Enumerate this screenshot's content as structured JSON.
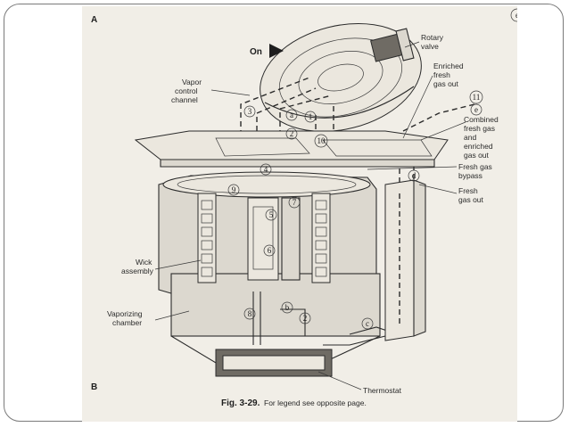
{
  "figure": {
    "panel_letter_top": "A",
    "panel_letter_bottom": "B",
    "corner_mark": "e",
    "caption_figure": "Fig. 3-29.",
    "caption_text": "For legend see opposite page.",
    "labels": {
      "on": "On",
      "rotary_valve_1": "Rotary",
      "rotary_valve_2": "valve",
      "vapor_control_1": "Vapor",
      "vapor_control_2": "control",
      "vapor_control_3": "channel",
      "enriched_1": "Enriched",
      "enriched_2": "fresh",
      "enriched_3": "gas out",
      "combined_1": "Combined",
      "combined_2": "fresh gas",
      "combined_3": "and",
      "combined_4": "enriched",
      "combined_5": "gas out",
      "bypass_1": "Fresh gas",
      "bypass_2": "bypass",
      "freshout_1": "Fresh",
      "freshout_2": "gas out",
      "wick_1": "Wick",
      "wick_2": "assembly",
      "vaporizing_1": "Vaporizing",
      "vaporizing_2": "chamber",
      "thermostat": "Thermostat"
    },
    "markers": {
      "m1": "1",
      "m2": "2",
      "m2b": "2",
      "m3": "3",
      "m4": "4",
      "m5": "5",
      "m6": "6",
      "m7": "7",
      "m8": "8",
      "m9": "9",
      "m10": "10",
      "m11": "11",
      "ma": "a",
      "mb": "b",
      "mc": "c",
      "md": "d",
      "me": "e"
    }
  }
}
